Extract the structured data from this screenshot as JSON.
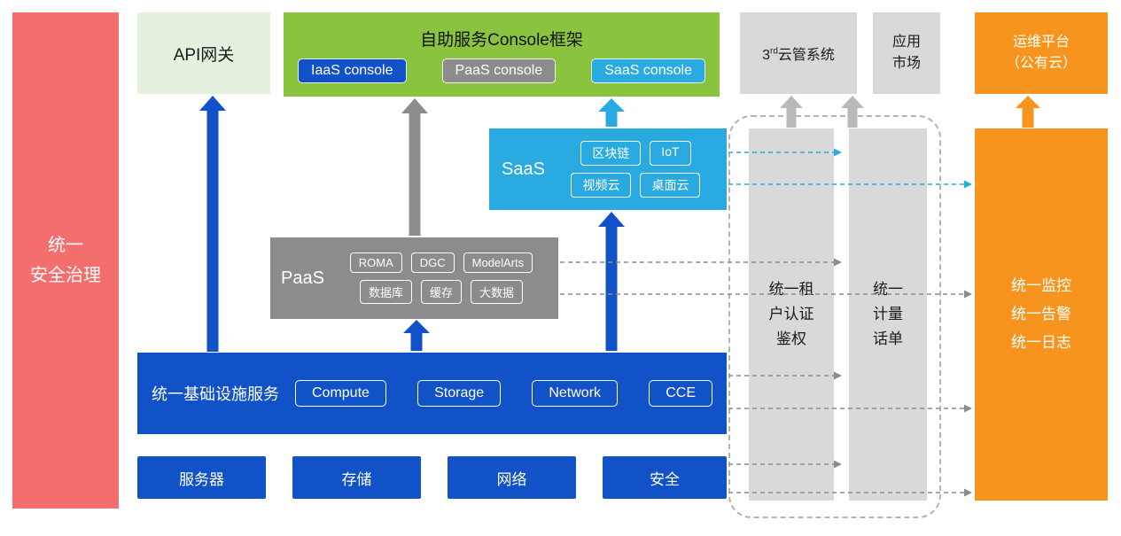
{
  "colors": {
    "security_red": "#f46e6e",
    "api_gateway_green": "#e4f1df",
    "console_green": "#8ac33e",
    "primary_blue": "#1252c9",
    "paas_gray": "#8c8c8c",
    "saas_cyan": "#29abe2",
    "panel_gray": "#d9d9d9",
    "ops_orange": "#f7941e"
  },
  "security_bar": {
    "label": "统一\n安全治理"
  },
  "api_gateway": {
    "label": "API网关"
  },
  "console": {
    "title": "自助服务Console框架",
    "buttons": [
      {
        "label": "IaaS console"
      },
      {
        "label": "PaaS console"
      },
      {
        "label": "SaaS console"
      }
    ]
  },
  "cloud_mgmt": {
    "prefix": "3",
    "sup": "rd",
    "suffix": "云管系统"
  },
  "app_market": {
    "label": "应用\n市场"
  },
  "ops_platform": {
    "label": "运维平台\n（公有云）"
  },
  "saas": {
    "label": "SaaS",
    "chips": [
      "区块链",
      "IoT",
      "视频云",
      "桌面云"
    ]
  },
  "paas": {
    "label": "PaaS",
    "chips": [
      "ROMA",
      "DGC",
      "ModelArts",
      "数据库",
      "缓存",
      "大数据"
    ]
  },
  "infrastructure": {
    "label": "统一基础设施服务",
    "chips": [
      "Compute",
      "Storage",
      "Network",
      "CCE"
    ]
  },
  "hardware": {
    "items": [
      "服务器",
      "存储",
      "网络",
      "安全"
    ]
  },
  "auth_column": {
    "label": "统一租\n户认证\n鉴权"
  },
  "metering_column": {
    "label": "统一\n计量\n话单"
  },
  "monitoring_bar": {
    "label": "统一监控\n统一告警\n统一日志"
  }
}
